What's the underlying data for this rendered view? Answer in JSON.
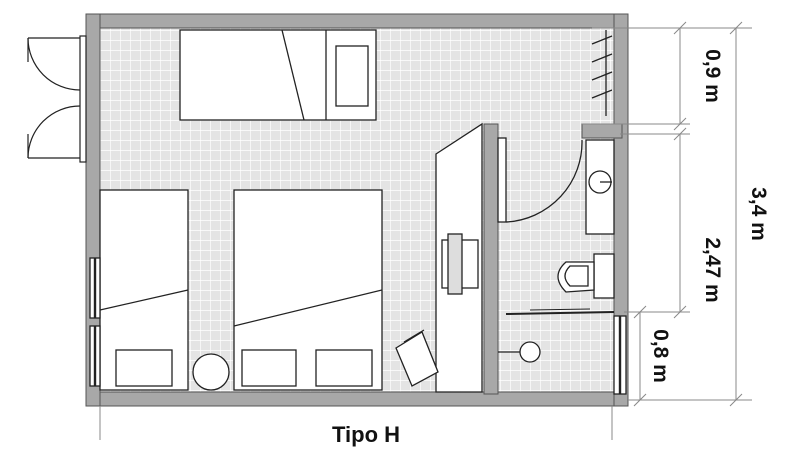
{
  "plan": {
    "caption": "Tipo H",
    "dimensions": {
      "total_height": "3,4 m",
      "top_segment": "0,9 m",
      "middle_segment": "2,47 m",
      "lower_segment": "0,8 m"
    },
    "colors": {
      "floor_fill": "#e4e4e4",
      "grid_line": "#ffffff",
      "wall": "#a8a8a8",
      "furniture_fill": "#ffffff",
      "stroke": "#222222",
      "window": "#222222"
    }
  }
}
